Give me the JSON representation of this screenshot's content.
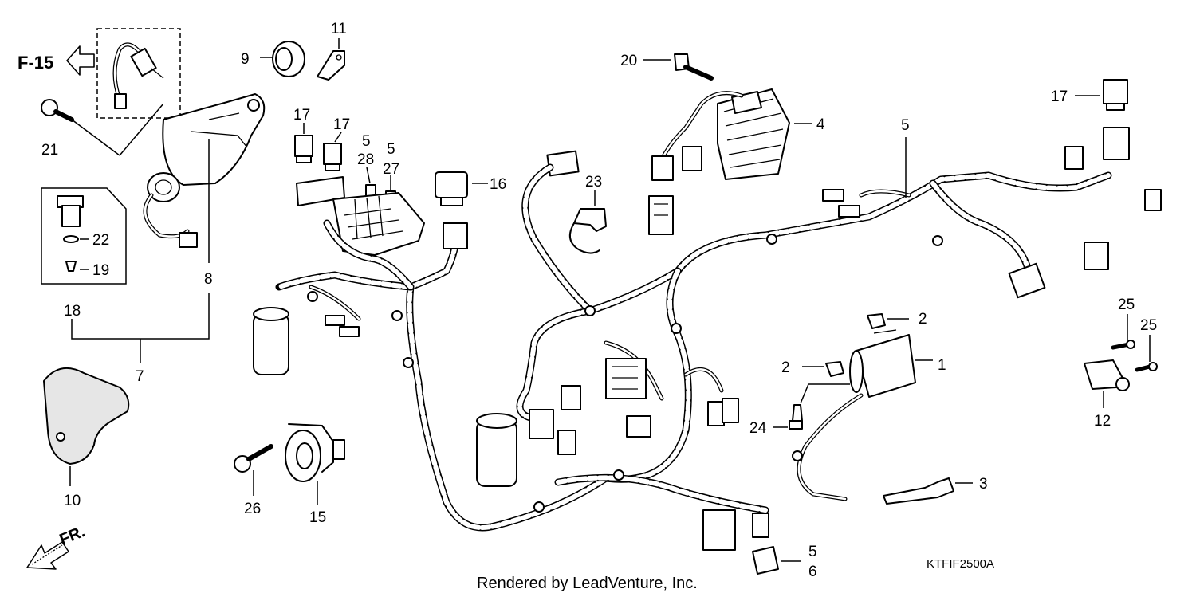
{
  "diagram": {
    "ref_arrow_label": "F-15",
    "front_label": "FR.",
    "code": "KTFIF2500A",
    "footer": "Rendered by LeadVenture, Inc.",
    "callouts": [
      {
        "id": "c1",
        "text": "1"
      },
      {
        "id": "c2a",
        "text": "2"
      },
      {
        "id": "c2b",
        "text": "2"
      },
      {
        "id": "c3",
        "text": "3"
      },
      {
        "id": "c4",
        "text": "4"
      },
      {
        "id": "c5a",
        "text": "5"
      },
      {
        "id": "c5b",
        "text": "5"
      },
      {
        "id": "c5c",
        "text": "5"
      },
      {
        "id": "c5d",
        "text": "5"
      },
      {
        "id": "c6",
        "text": "6"
      },
      {
        "id": "c7",
        "text": "7"
      },
      {
        "id": "c8",
        "text": "8"
      },
      {
        "id": "c9",
        "text": "9"
      },
      {
        "id": "c10",
        "text": "10"
      },
      {
        "id": "c11",
        "text": "11"
      },
      {
        "id": "c12",
        "text": "12"
      },
      {
        "id": "c15",
        "text": "15"
      },
      {
        "id": "c16",
        "text": "16"
      },
      {
        "id": "c17a",
        "text": "17"
      },
      {
        "id": "c17b",
        "text": "17"
      },
      {
        "id": "c17c",
        "text": "17"
      },
      {
        "id": "c18",
        "text": "18"
      },
      {
        "id": "c19",
        "text": "19"
      },
      {
        "id": "c20",
        "text": "20"
      },
      {
        "id": "c21",
        "text": "21"
      },
      {
        "id": "c22",
        "text": "22"
      },
      {
        "id": "c23",
        "text": "23"
      },
      {
        "id": "c24",
        "text": "24"
      },
      {
        "id": "c25a",
        "text": "25"
      },
      {
        "id": "c25b",
        "text": "25"
      },
      {
        "id": "c26",
        "text": "26"
      },
      {
        "id": "c27",
        "text": "27"
      },
      {
        "id": "c28",
        "text": "28"
      }
    ]
  }
}
